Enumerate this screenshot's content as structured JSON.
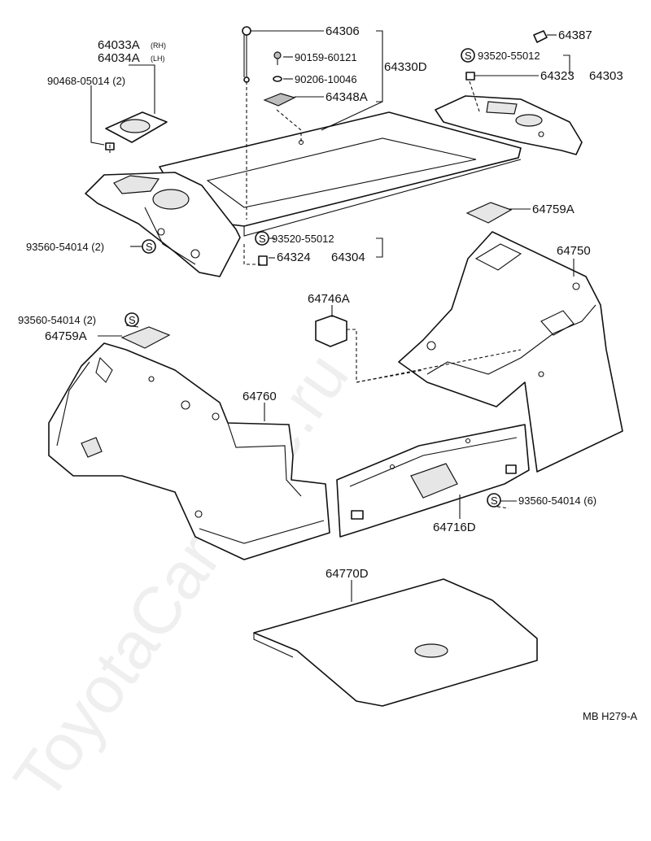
{
  "watermark": "ToyotaCarMine.ru",
  "figure_code": "MB H279-A",
  "labels": {
    "p64306": "64306",
    "p64033a": "64033A",
    "rh": "(RH)",
    "p64034a": "64034A",
    "lh": "(LH)",
    "p90468": "90468-05014 (2)",
    "p90159": "90159-60121",
    "p90206": "90206-10046",
    "p64330d": "64330D",
    "p64348a": "64348A",
    "p64387": "64387",
    "p93520_top": "93520-55012",
    "p64323": "64323",
    "p64303": "64303",
    "p64759a_top": "64759A",
    "p93560_left": "93560-54014 (2)",
    "p93520_mid": "93520-55012",
    "p64324": "64324",
    "p64304": "64304",
    "p64750": "64750",
    "p64746a": "64746A",
    "p93560_left2": "93560-54014 (2)",
    "p64759a_left": "64759A",
    "p64760": "64760",
    "p93560_right": "93560-54014 (6)",
    "p64716d": "64716D",
    "p64770d": "64770D"
  },
  "symbols": {
    "s_clip": "S"
  }
}
